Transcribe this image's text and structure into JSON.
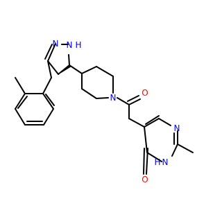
{
  "molecule": {
    "colors": {
      "carbon_bond": "#000000",
      "nitrogen": "#0000ff",
      "oxygen": "#ff0000",
      "background": "#ffffff"
    },
    "atom_labels": {
      "pyrazole_n1": "N",
      "pyrazole_nh_n": "N",
      "pyrazole_nh_h": "H",
      "piperidine_n": "N",
      "carbonyl_o": "O",
      "pyrimidine_n_top": "N",
      "pyrimidine_nh_n": "N",
      "pyrimidine_nh_h": "H",
      "pyrimidinone_o": "O"
    }
  }
}
